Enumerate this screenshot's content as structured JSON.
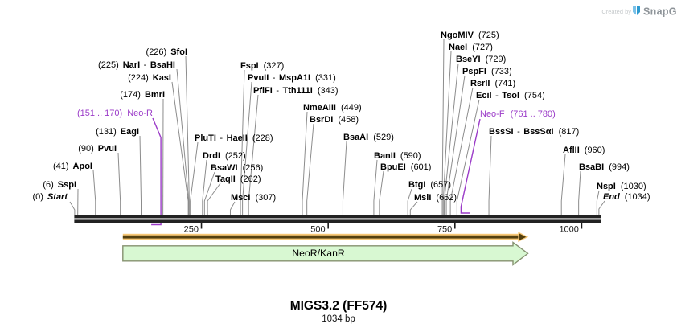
{
  "watermark": {
    "created_by": "Created by",
    "brand": "SnapGene"
  },
  "map": {
    "title": "MIGS3.2 (FF574)",
    "subtitle": "1034 bp",
    "length_bp": 1034,
    "ruler_ticks": [
      250,
      500,
      750,
      1000
    ],
    "sites": [
      {
        "bp": 0,
        "names": [
          "Start"
        ],
        "pos": "(0)",
        "num_first": true,
        "kind": "terminus"
      },
      {
        "bp": 6,
        "names": [
          "SspI"
        ],
        "pos": "(6)",
        "num_first": true,
        "kind": "enzyme"
      },
      {
        "bp": 41,
        "names": [
          "ApoI"
        ],
        "pos": "(41)",
        "num_first": true,
        "kind": "enzyme"
      },
      {
        "bp": 90,
        "names": [
          "PvuI"
        ],
        "pos": "(90)",
        "num_first": true,
        "kind": "enzyme"
      },
      {
        "bp": 131,
        "names": [
          "EagI"
        ],
        "pos": "(131)",
        "num_first": true,
        "kind": "enzyme"
      },
      {
        "bp": 174,
        "names": [
          "BmrI"
        ],
        "pos": "(174)",
        "num_first": true,
        "kind": "enzyme"
      },
      {
        "bp": 224,
        "names": [
          "KasI"
        ],
        "pos": "(224)",
        "num_first": true,
        "kind": "enzyme"
      },
      {
        "bp": 225,
        "names": [
          "NarI",
          "BsaHI"
        ],
        "pos": "(225)",
        "num_first": true,
        "kind": "enzyme"
      },
      {
        "bp": 226,
        "names": [
          "SfoI"
        ],
        "pos": "(226)",
        "num_first": true,
        "kind": "enzyme"
      },
      {
        "bp": 228,
        "names": [
          "PluTI",
          "HaeII"
        ],
        "pos": "(228)",
        "num_first": false,
        "kind": "enzyme"
      },
      {
        "bp": 252,
        "names": [
          "DrdI"
        ],
        "pos": "(252)",
        "num_first": false,
        "kind": "enzyme"
      },
      {
        "bp": 256,
        "names": [
          "BsaWI"
        ],
        "pos": "(256)",
        "num_first": false,
        "kind": "enzyme"
      },
      {
        "bp": 262,
        "names": [
          "TaqII"
        ],
        "pos": "(262)",
        "num_first": false,
        "kind": "enzyme"
      },
      {
        "bp": 307,
        "names": [
          "MscI"
        ],
        "pos": "(307)",
        "num_first": false,
        "kind": "enzyme"
      },
      {
        "bp": 327,
        "names": [
          "FspI"
        ],
        "pos": "(327)",
        "num_first": false,
        "kind": "enzyme"
      },
      {
        "bp": 331,
        "names": [
          "PvuII",
          "MspA1I"
        ],
        "pos": "(331)",
        "num_first": false,
        "kind": "enzyme"
      },
      {
        "bp": 343,
        "names": [
          "PflFI",
          "Tth111I"
        ],
        "pos": "(343)",
        "num_first": false,
        "kind": "enzyme"
      },
      {
        "bp": 449,
        "names": [
          "NmeAIII"
        ],
        "pos": "(449)",
        "num_first": false,
        "kind": "enzyme"
      },
      {
        "bp": 458,
        "names": [
          "BsrDI"
        ],
        "pos": "(458)",
        "num_first": false,
        "kind": "enzyme"
      },
      {
        "bp": 529,
        "names": [
          "BsaAI"
        ],
        "pos": "(529)",
        "num_first": false,
        "kind": "enzyme"
      },
      {
        "bp": 590,
        "names": [
          "BanII"
        ],
        "pos": "(590)",
        "num_first": false,
        "kind": "enzyme"
      },
      {
        "bp": 601,
        "names": [
          "BpuEI"
        ],
        "pos": "(601)",
        "num_first": false,
        "kind": "enzyme"
      },
      {
        "bp": 657,
        "names": [
          "BtgI"
        ],
        "pos": "(657)",
        "num_first": false,
        "kind": "enzyme"
      },
      {
        "bp": 662,
        "names": [
          "MslI"
        ],
        "pos": "(662)",
        "num_first": false,
        "kind": "enzyme"
      },
      {
        "bp": 725,
        "names": [
          "NgoMIV"
        ],
        "pos": "(725)",
        "num_first": false,
        "kind": "enzyme"
      },
      {
        "bp": 727,
        "names": [
          "NaeI"
        ],
        "pos": "(727)",
        "num_first": false,
        "kind": "enzyme"
      },
      {
        "bp": 729,
        "names": [
          "BseYI"
        ],
        "pos": "(729)",
        "num_first": false,
        "kind": "enzyme"
      },
      {
        "bp": 733,
        "names": [
          "PspFI"
        ],
        "pos": "(733)",
        "num_first": false,
        "kind": "enzyme"
      },
      {
        "bp": 741,
        "names": [
          "RsrII"
        ],
        "pos": "(741)",
        "num_first": false,
        "kind": "enzyme"
      },
      {
        "bp": 754,
        "names": [
          "EciI",
          "TsoI"
        ],
        "pos": "(754)",
        "num_first": false,
        "kind": "enzyme"
      },
      {
        "bp": 817,
        "names": [
          "BssSI",
          "BssSαI"
        ],
        "pos": "(817)",
        "num_first": false,
        "kind": "enzyme"
      },
      {
        "bp": 960,
        "names": [
          "AflII"
        ],
        "pos": "(960)",
        "num_first": false,
        "kind": "enzyme"
      },
      {
        "bp": 994,
        "names": [
          "BsaBI"
        ],
        "pos": "(994)",
        "num_first": false,
        "kind": "enzyme"
      },
      {
        "bp": 1030,
        "names": [
          "NspI"
        ],
        "pos": "(1030)",
        "num_first": false,
        "kind": "enzyme"
      },
      {
        "bp": 1034,
        "names": [
          "End"
        ],
        "pos": "(1034)",
        "num_first": false,
        "kind": "terminus"
      }
    ],
    "primers": [
      {
        "name": "Neo-R",
        "pos": "(151 .. 170)",
        "start": 151,
        "end": 170,
        "direction": "reverse",
        "num_first": true
      },
      {
        "name": "Neo-F",
        "pos": "(761 .. 780)",
        "start": 761,
        "end": 780,
        "direction": "forward",
        "num_first": false
      }
    ],
    "features": [
      {
        "label": "NeoR/KanR",
        "start": 95,
        "end": 890
      }
    ],
    "colors": {
      "primer": "#9b3bc8",
      "connector": "#8c8c8c",
      "sequence_line": "#222222",
      "orf_band": "#f7c877",
      "orf_core": "#54400f",
      "feature_fill": "#d8f8d2",
      "feature_stroke": "#85916f",
      "watermark_text": "#8e9499",
      "watermark_light": "#c6cacc",
      "logo_blue_light": "#7ac1e8",
      "logo_blue_dark": "#2d9ad0"
    }
  }
}
